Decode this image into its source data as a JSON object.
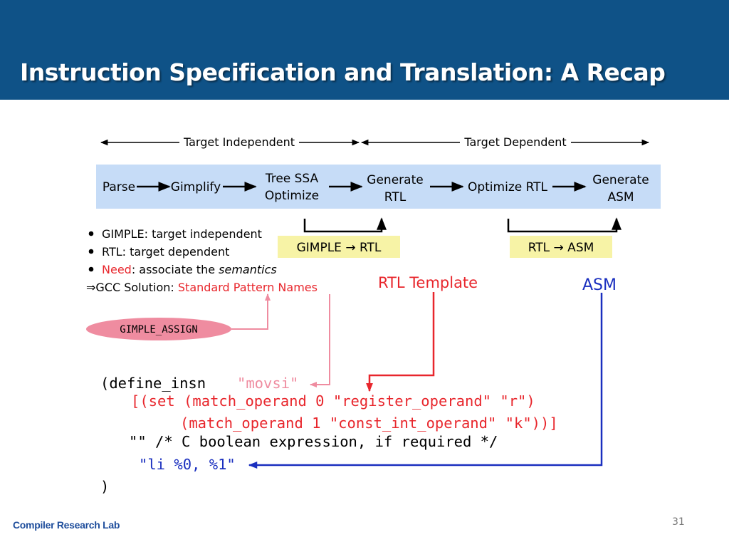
{
  "slide": {
    "title": "Instruction Specification and Translation: A Recap",
    "footer_lab": "Compiler Research Lab",
    "slide_number": "31"
  },
  "flow": {
    "target_independent": "Target Independent",
    "target_dependent": "Target Dependent",
    "stages": {
      "parse": "Parse",
      "gimplify": "Gimplify",
      "tree_ssa_line1": "Tree SSA",
      "tree_ssa_line2": "Optimize",
      "generate_rtl_line1": "Generate",
      "generate_rtl_line2": "RTL",
      "optimize_rtl": "Optimize RTL",
      "generate_asm_line1": "Generate",
      "generate_asm_line2": "ASM"
    },
    "gimple_to_rtl": "GIMPLE → RTL",
    "rtl_to_asm": "RTL → ASM"
  },
  "bullets": {
    "b1_term": "GIMPLE",
    "b1_rest": ": target independent",
    "b2_term": "RTL",
    "b2_rest": ": target dependent",
    "b3_term": "Need",
    "b3_rest": ": associate the ",
    "b3_italic": "semantics",
    "b4_prefix": "⇒GCC Solution: ",
    "b4_red": "Standard Pattern Names"
  },
  "labels": {
    "gimple_assign": "GIMPLE_ASSIGN",
    "rtl_template": "RTL Template",
    "asm": "ASM"
  },
  "code": {
    "l1_kw": "(define_insn",
    "l1_name": "\"movsi\"",
    "l2": "[(set (match_operand 0 \"register_operand\" \"r\")",
    "l3": "(match_operand 1 \"const_int_operand\" \"k\"))]",
    "l4": "\"\" /* C boolean expression, if required */",
    "l5": "\"li %0, %1\"",
    "l6": ")"
  },
  "colors": {
    "header_bg": "#0f5287",
    "flow_box": "#c6dcf7",
    "yellow_box": "#f7f3a6",
    "red": "#e8262c",
    "pink": "#ef8ca0",
    "blue": "#1a2fbf"
  }
}
